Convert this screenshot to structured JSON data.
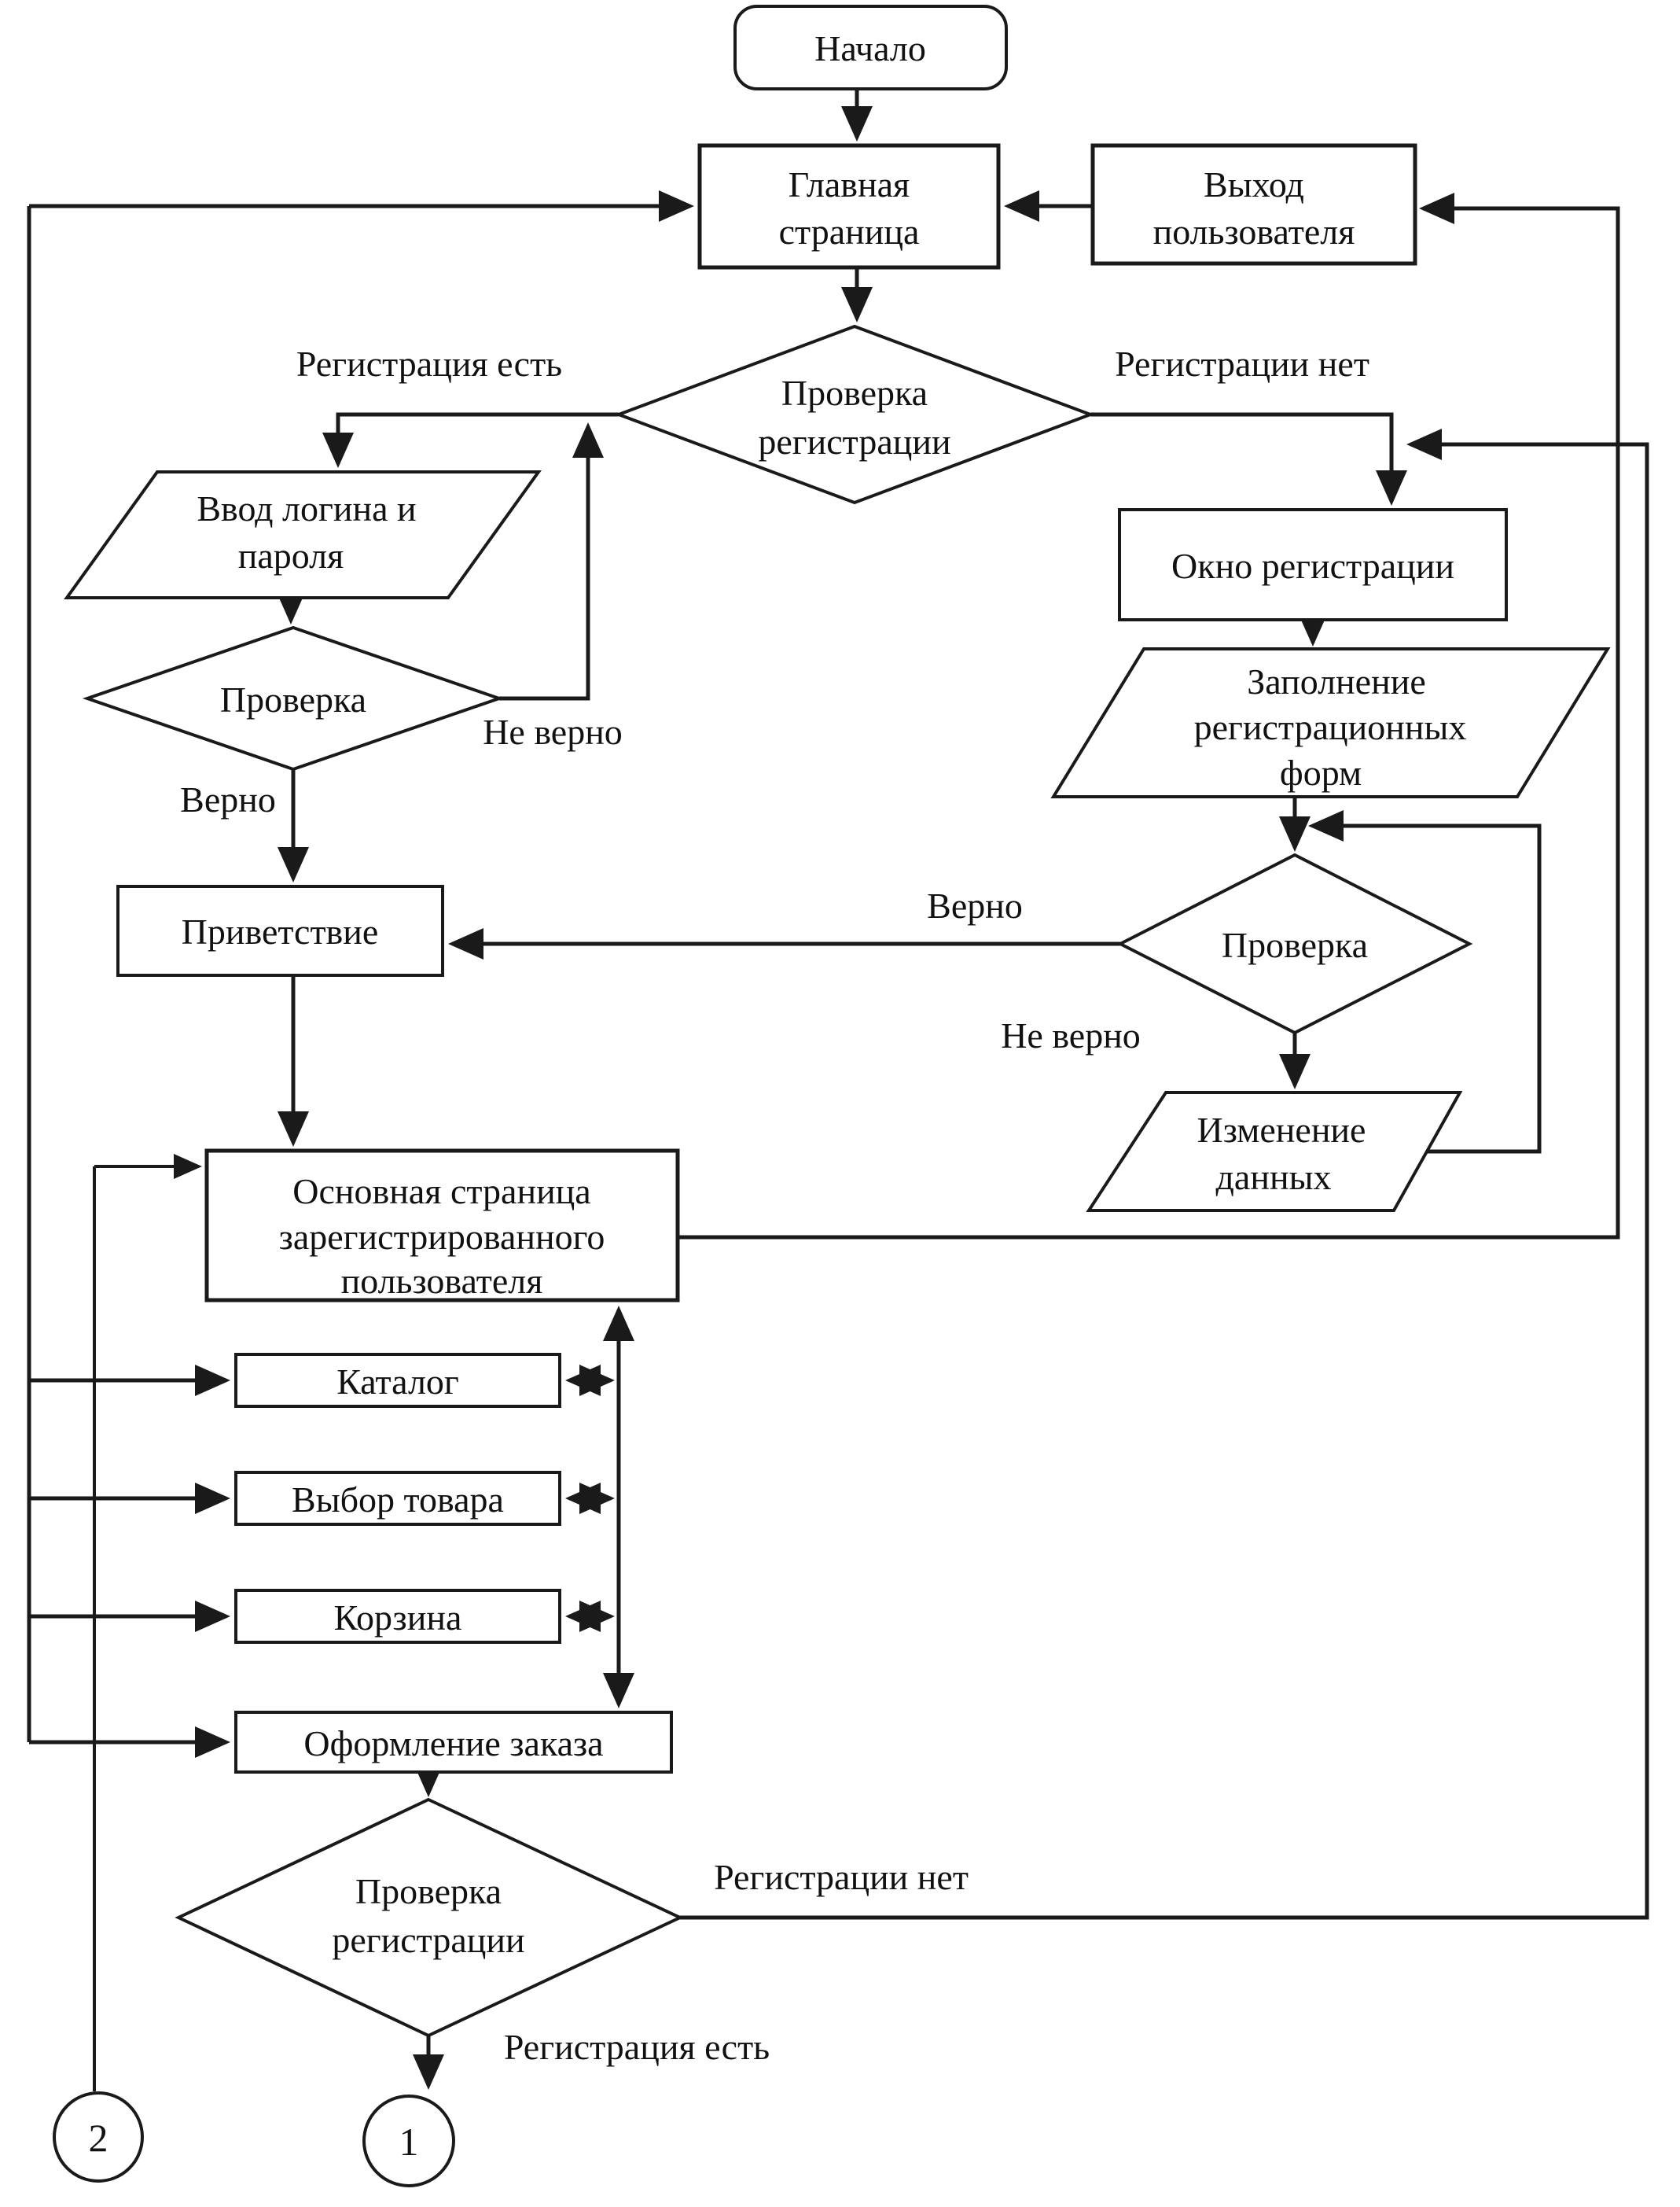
{
  "nodes": {
    "start": {
      "label": "Начало"
    },
    "main_page": {
      "line1": "Главная",
      "line2": "страница"
    },
    "user_exit": {
      "line1": "Выход",
      "line2": "пользователя"
    },
    "check_reg_top": {
      "line1": "Проверка",
      "line2": "регистрации"
    },
    "login_input": {
      "line1": "Ввод логина и",
      "line2": "пароля"
    },
    "check_login": {
      "label": "Проверка"
    },
    "greeting": {
      "label": "Приветствие"
    },
    "reg_window": {
      "label": "Окно регистрации"
    },
    "fill_forms": {
      "line1": "Заполнение",
      "line2": "регистрационных",
      "line3": "форм"
    },
    "check_forms": {
      "label": "Проверка"
    },
    "data_change": {
      "line1": "Изменение",
      "line2": "данных"
    },
    "user_main_page": {
      "line1": "Основная страница",
      "line2": "зарегистрированного",
      "line3": "пользователя"
    },
    "catalog": {
      "label": "Каталог"
    },
    "product_select": {
      "label": "Выбор товара"
    },
    "cart": {
      "label": "Корзина"
    },
    "checkout": {
      "label": "Оформление заказа"
    },
    "check_reg_bottom": {
      "line1": "Проверка",
      "line2": "регистрации"
    },
    "connector_1": {
      "label": "1"
    },
    "connector_2": {
      "label": "2"
    }
  },
  "edge_labels": {
    "has_registration": "Регистрация есть",
    "no_registration": "Регистрации нет",
    "valid_login": "Верно",
    "invalid_login": "Не верно",
    "valid_forms": "Верно",
    "invalid_forms": "Не верно",
    "no_registration_checkout": "Регистрации нет",
    "has_registration_checkout": "Регистрация есть"
  },
  "colors": {
    "stroke": "#1a1a1a",
    "background": "#ffffff"
  }
}
